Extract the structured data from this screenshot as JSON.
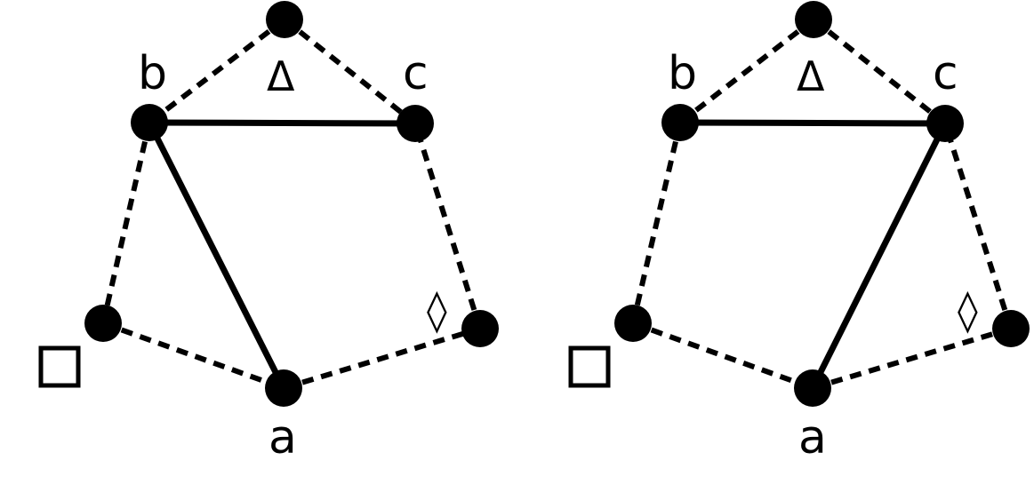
{
  "diagrams": [
    {
      "name": "left",
      "labels": {
        "a": "a",
        "b": "b",
        "c": "c",
        "delta": "Δ",
        "diamond": "◊"
      }
    },
    {
      "name": "right",
      "labels": {
        "a": "a",
        "b": "b",
        "c": "c",
        "delta": "Δ",
        "diamond": "◊"
      }
    }
  ],
  "colors": {
    "ink": "#000000",
    "background": "#ffffff"
  },
  "icons": {
    "square": "square-outline-icon"
  }
}
